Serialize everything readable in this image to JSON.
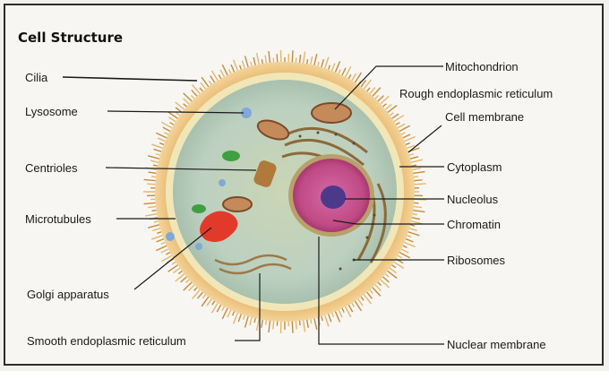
{
  "title": "Cell Structure",
  "labels": {
    "cilia": "Cilia",
    "lysosome": "Lysosome",
    "centrioles": "Centrioles",
    "microtubules": "Microtubules",
    "golgi": "Golgi apparatus",
    "smooth_er": "Smooth endoplasmic reticulum",
    "mitochondrion": "Mitochondrion",
    "rough_er": "Rough endoplasmic reticulum",
    "cell_membrane": "Cell membrane",
    "cytoplasm": "Cytoplasm",
    "nucleolus": "Nucleolus",
    "chromatin": "Chromatin",
    "ribosomes": "Ribosomes",
    "nuclear_membrane": "Nuclear membrane"
  }
}
